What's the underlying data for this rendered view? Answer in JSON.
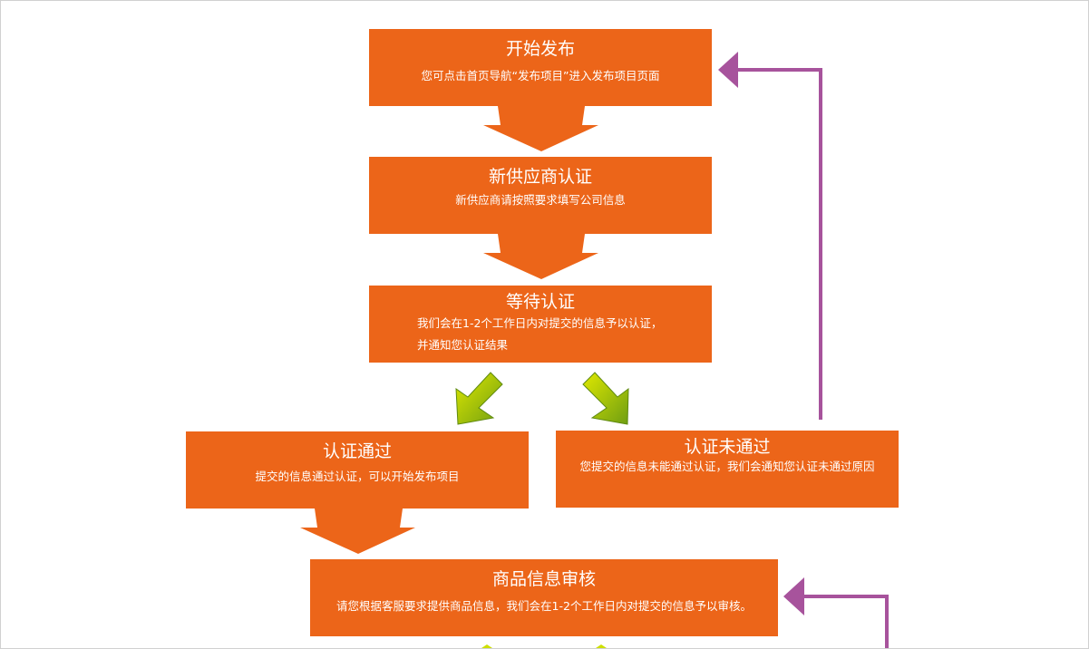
{
  "colors": {
    "box": "#EC6519",
    "connector": "#A7539C",
    "green_arrow": "#9CC40A"
  },
  "steps": [
    {
      "title": "开始发布",
      "desc": "您可点击首页导航“发布项目”进入发布项目页面"
    },
    {
      "title": "新供应商认证",
      "desc": "新供应商请按照要求填写公司信息"
    },
    {
      "title": "等待认证",
      "desc": "我们会在1-2个工作日内对提交的信息予以认证，",
      "desc2": "并通知您认证结果"
    },
    {
      "title": "认证通过",
      "desc": "提交的信息通过认证，可以开始发布项目"
    },
    {
      "title": "认证未通过",
      "desc": "您提交的信息未能通过认证，我们会通知您认证未通过原因"
    },
    {
      "title": "商品信息审核",
      "desc": "请您根据客服要求提供商品信息，我们会在1-2个工作日内对提交的信息予以审核。"
    }
  ]
}
